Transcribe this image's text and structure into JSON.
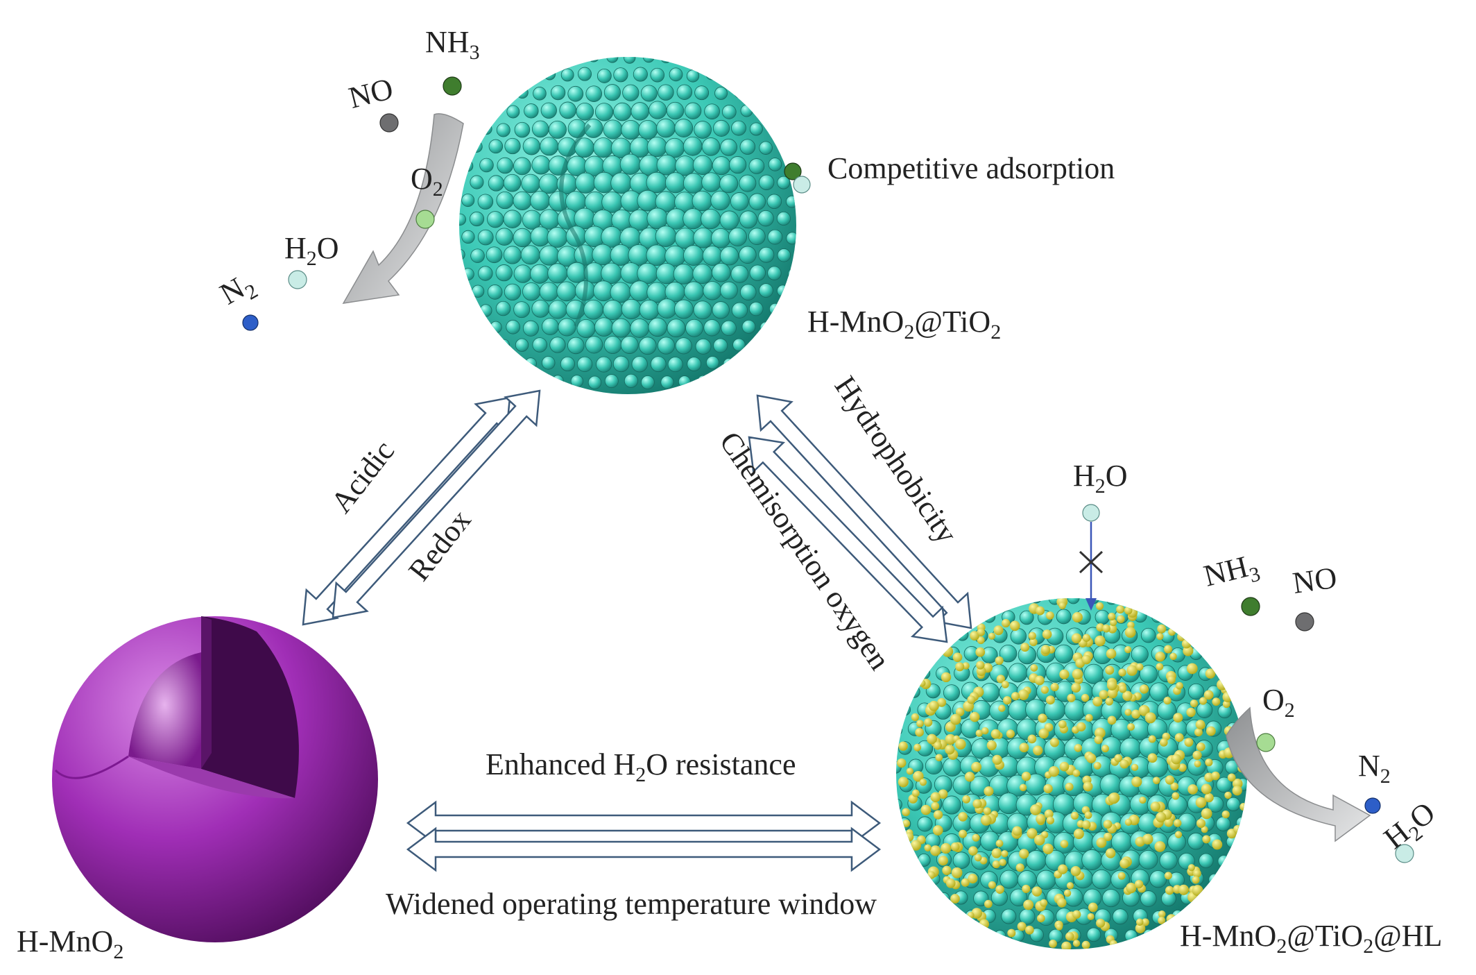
{
  "catalysts": {
    "top": {
      "label_main": "H-MnO",
      "label_sub1": "2",
      "label_mid": "@TiO",
      "label_sub2": "2",
      "label_tail": ""
    },
    "left": {
      "label_main": "H-MnO",
      "label_sub1": "2"
    },
    "right": {
      "label_main": "H-MnO",
      "label_sub1": "2",
      "label_mid": "@TiO",
      "label_sub2": "2",
      "label_tail": "@HL"
    }
  },
  "top_cycle": {
    "nh3": {
      "main": "NH",
      "sub": "3"
    },
    "no": "NO",
    "o2": {
      "main": "O",
      "sub": "2"
    },
    "h2o": {
      "main": "H",
      "sub": "2",
      "tail": "O"
    },
    "n2": {
      "main": "N",
      "sub": "2"
    },
    "competitive": "Competitive adsorption"
  },
  "right_cycle": {
    "nh3": {
      "main": "NH",
      "sub": "3"
    },
    "no": "NO",
    "o2": {
      "main": "O",
      "sub": "2"
    },
    "h2o": {
      "main": "H",
      "sub": "2",
      "tail": "O"
    },
    "n2": {
      "main": "N",
      "sub": "2"
    },
    "blocked_h2o": {
      "main": "H",
      "sub": "2",
      "tail": "O"
    }
  },
  "relations": {
    "acidic": "Acidic",
    "redox": "Redox",
    "hydrophobicity": "Hydrophobicity",
    "chemisorption": "Chemisorption oxygen",
    "enhanced": {
      "main": "Enhanced H",
      "sub": "2",
      "tail": "O resistance"
    },
    "widened": "Widened operating temperature window"
  },
  "colors": {
    "tio2": "#3cc9b6",
    "tio2_dark": "#1f8f82",
    "hl": "#d8d23a",
    "mno2": "#8d1fa0",
    "mno2_light": "#c86bd6",
    "nh3": "#3f7d2e",
    "no": "#6e6e70",
    "o2": "#a6dc93",
    "h2o": "#c9ece6",
    "n2": "#2d5ec8",
    "arrow_stroke": "#3d5a7a",
    "curve_arrow": "#a9abad"
  }
}
